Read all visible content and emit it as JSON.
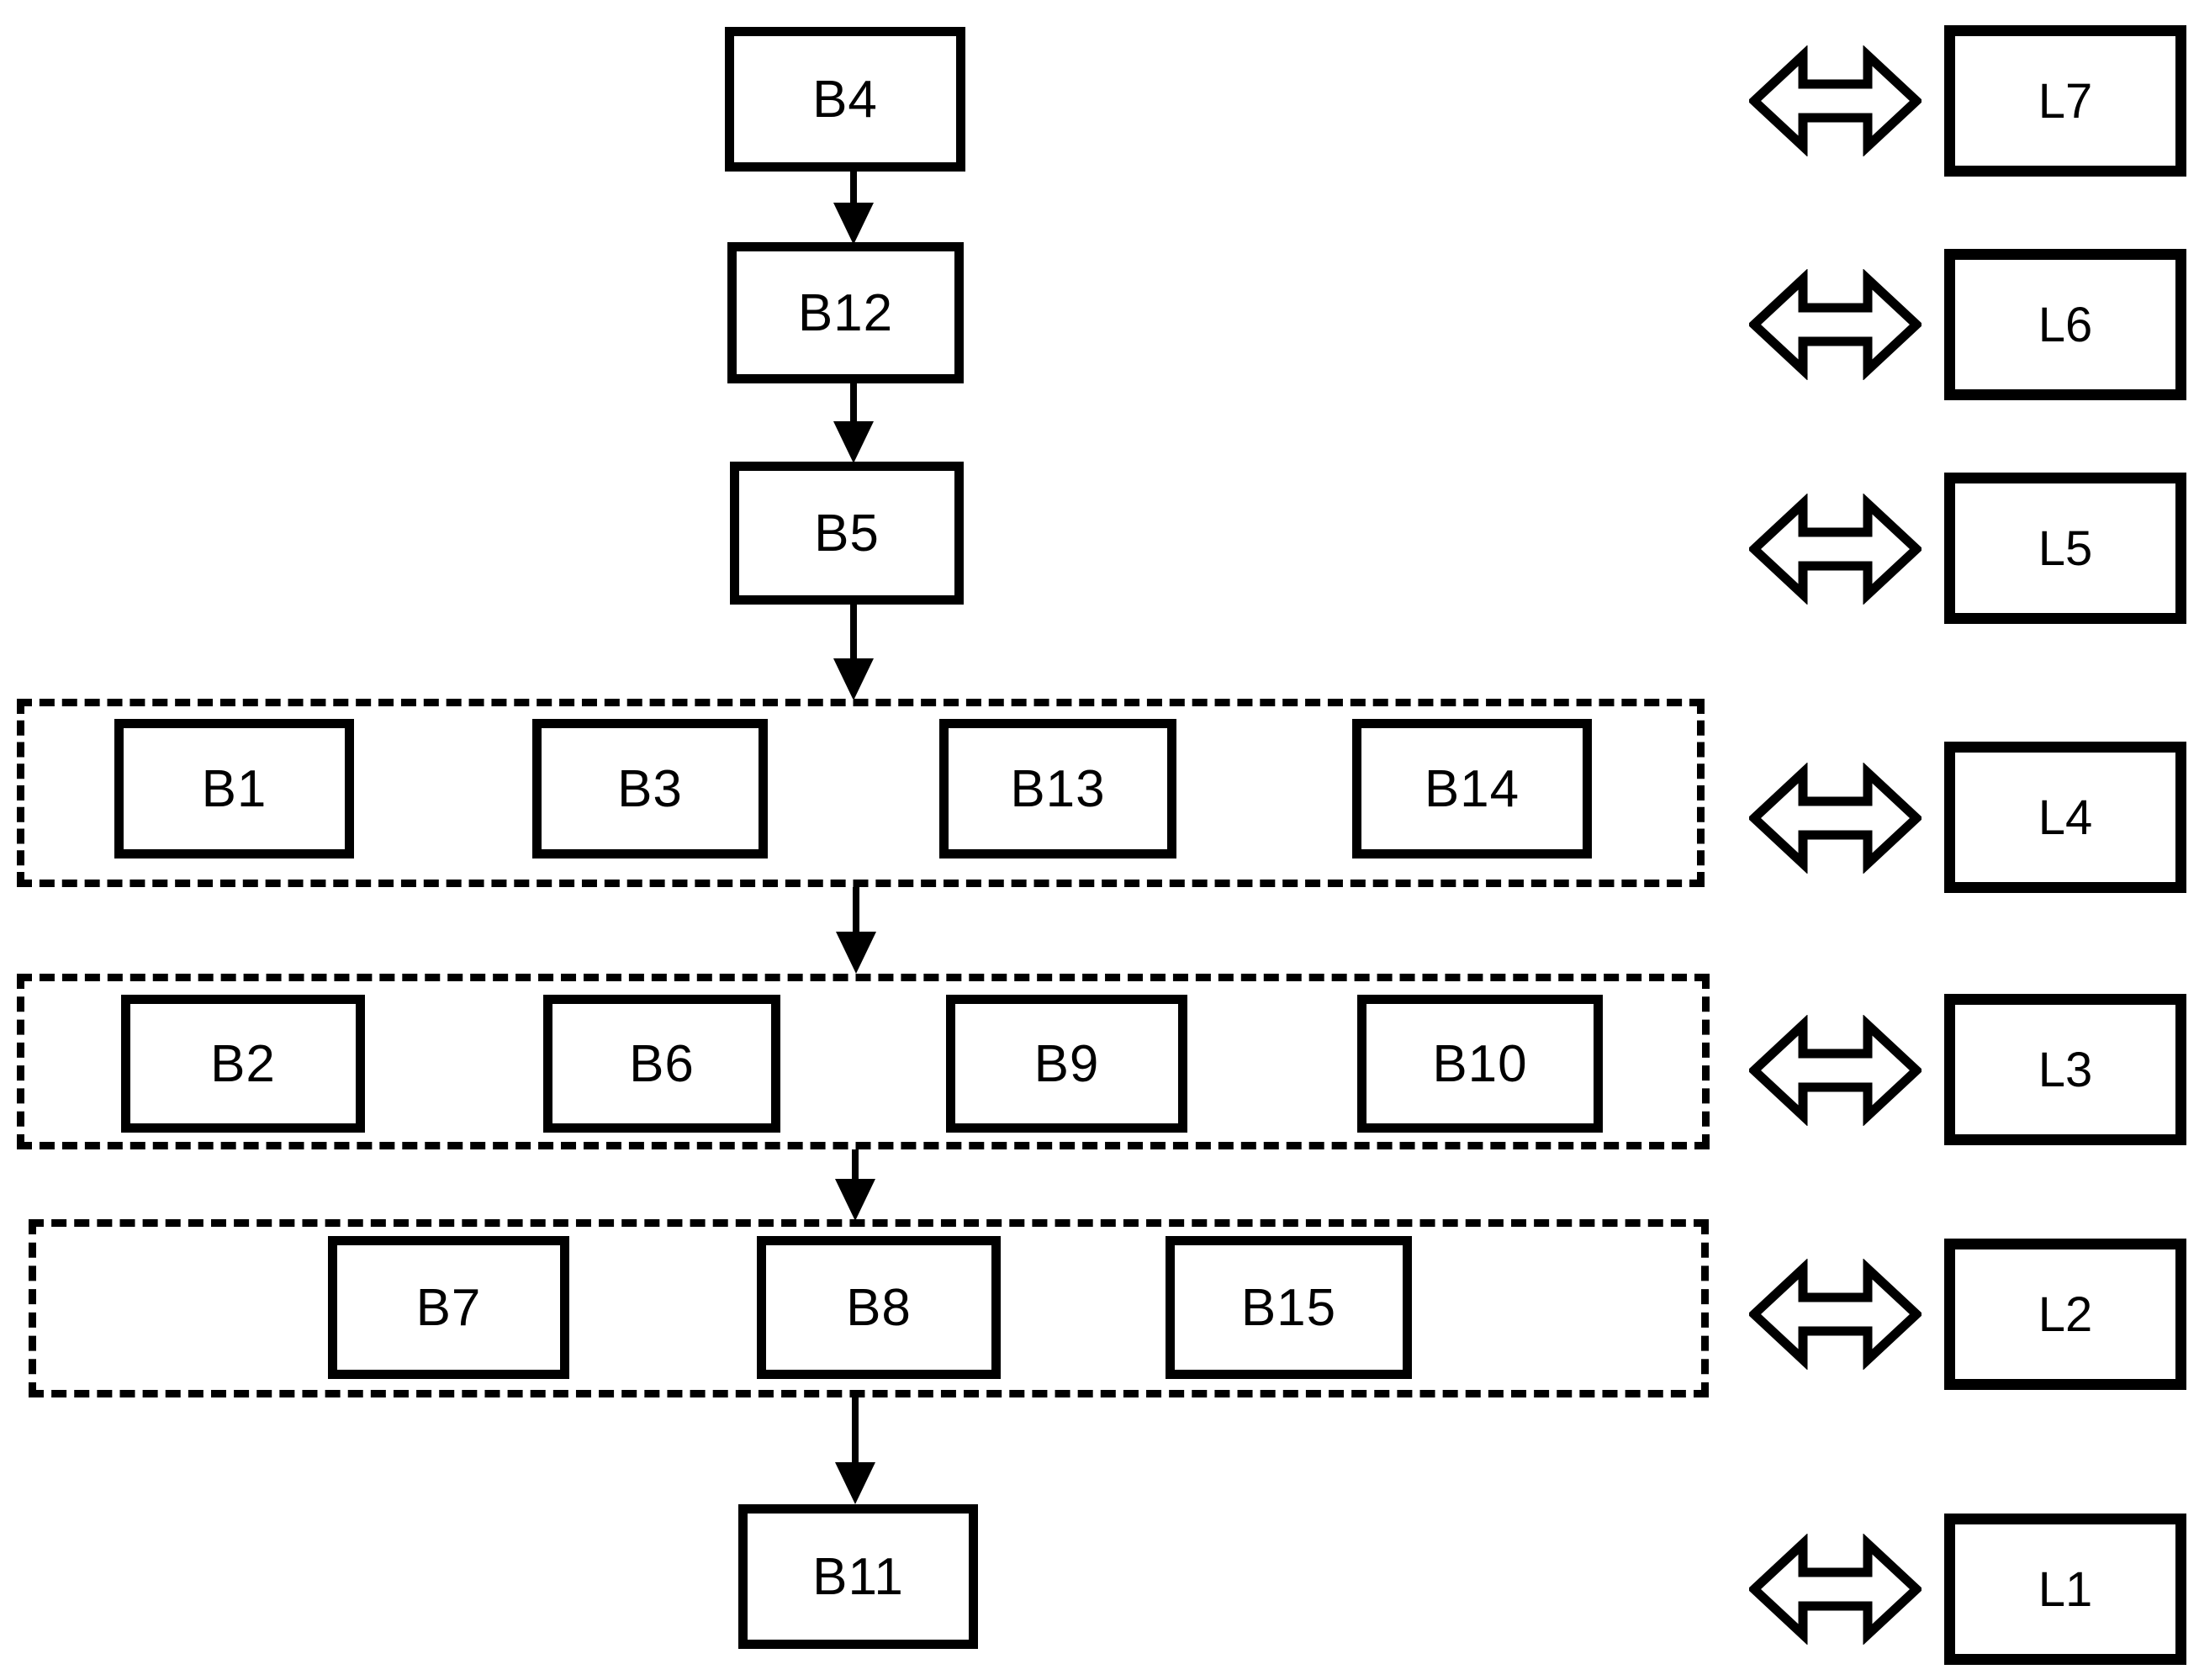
{
  "diagram": {
    "colors": {
      "stroke": "#000000",
      "background": "#ffffff",
      "text": "#000000"
    },
    "nodes": {
      "b4": "B4",
      "b12": "B12",
      "b5": "B5",
      "b11": "B11",
      "row1": [
        "B1",
        "B3",
        "B13",
        "B14"
      ],
      "row2": [
        "B2",
        "B6",
        "B9",
        "B10"
      ],
      "row3": [
        "B7",
        "B8",
        "B15"
      ]
    },
    "legend": [
      "L7",
      "L6",
      "L5",
      "L4",
      "L3",
      "L2",
      "L1"
    ],
    "icons": {
      "down_arrow": "down-arrow",
      "double_arrow": "left-right-double-arrow"
    }
  }
}
